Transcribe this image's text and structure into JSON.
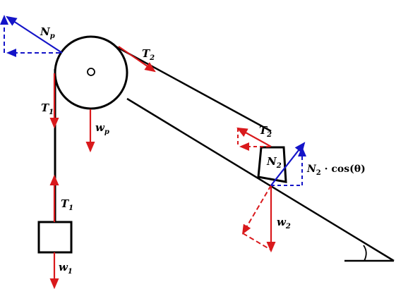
{
  "labels": {
    "np": {
      "main": "N",
      "sub": "p"
    },
    "t1_top": {
      "main": "T",
      "sub": "1"
    },
    "t1_bottom": {
      "main": "T",
      "sub": "1"
    },
    "t2_top": {
      "main": "T",
      "sub": "2"
    },
    "t2_block": {
      "main": "T",
      "sub": "2"
    },
    "wp": {
      "main": "w",
      "sub": "p"
    },
    "w1": {
      "main": "w",
      "sub": "1"
    },
    "w2": {
      "main": "w",
      "sub": "2"
    },
    "n2": {
      "main": "N",
      "sub": "2"
    },
    "n2cos": {
      "main": "N",
      "sub": "2",
      "rest": " · cos(θ)"
    }
  },
  "colors": {
    "tension": "#d9191c",
    "normal": "#1414c8",
    "structure": "#000000"
  }
}
